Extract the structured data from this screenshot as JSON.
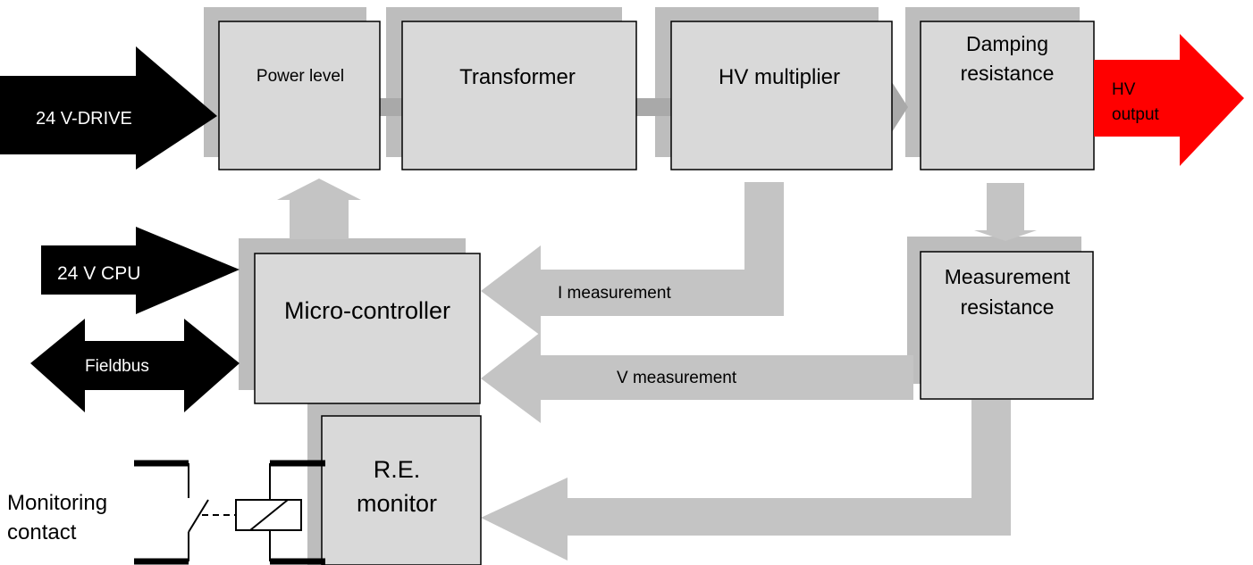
{
  "colors": {
    "box_fill": "#d9d9d9",
    "shadow": "#bdbdbd",
    "connector": "#a9a9a9",
    "flow_arrow": "#c4c4c4",
    "input_arrow": "#000000",
    "output_arrow": "#ff0000",
    "outline": "#000000",
    "text": "#000000",
    "inverse_text": "#ffffff"
  },
  "blocks": {
    "power_level": "Power level",
    "transformer": "Transformer",
    "hv_multiplier": "HV multiplier",
    "damping_line1": "Damping",
    "damping_line2": "resistance",
    "microcontroller": "Micro-controller",
    "measurement_line1": "Measurement",
    "measurement_line2": "resistance",
    "re_monitor_line1": "R.E.",
    "re_monitor_line2": "monitor"
  },
  "arrows": {
    "drive_input": "24 V-DRIVE",
    "hv_output_line1": "HV",
    "hv_output_line2": "output",
    "cpu_input": "24 V CPU",
    "fieldbus": "Fieldbus",
    "i_measurement": "I measurement",
    "v_measurement": "V measurement"
  },
  "monitoring": {
    "line1": "Monitoring",
    "line2": "contact"
  }
}
